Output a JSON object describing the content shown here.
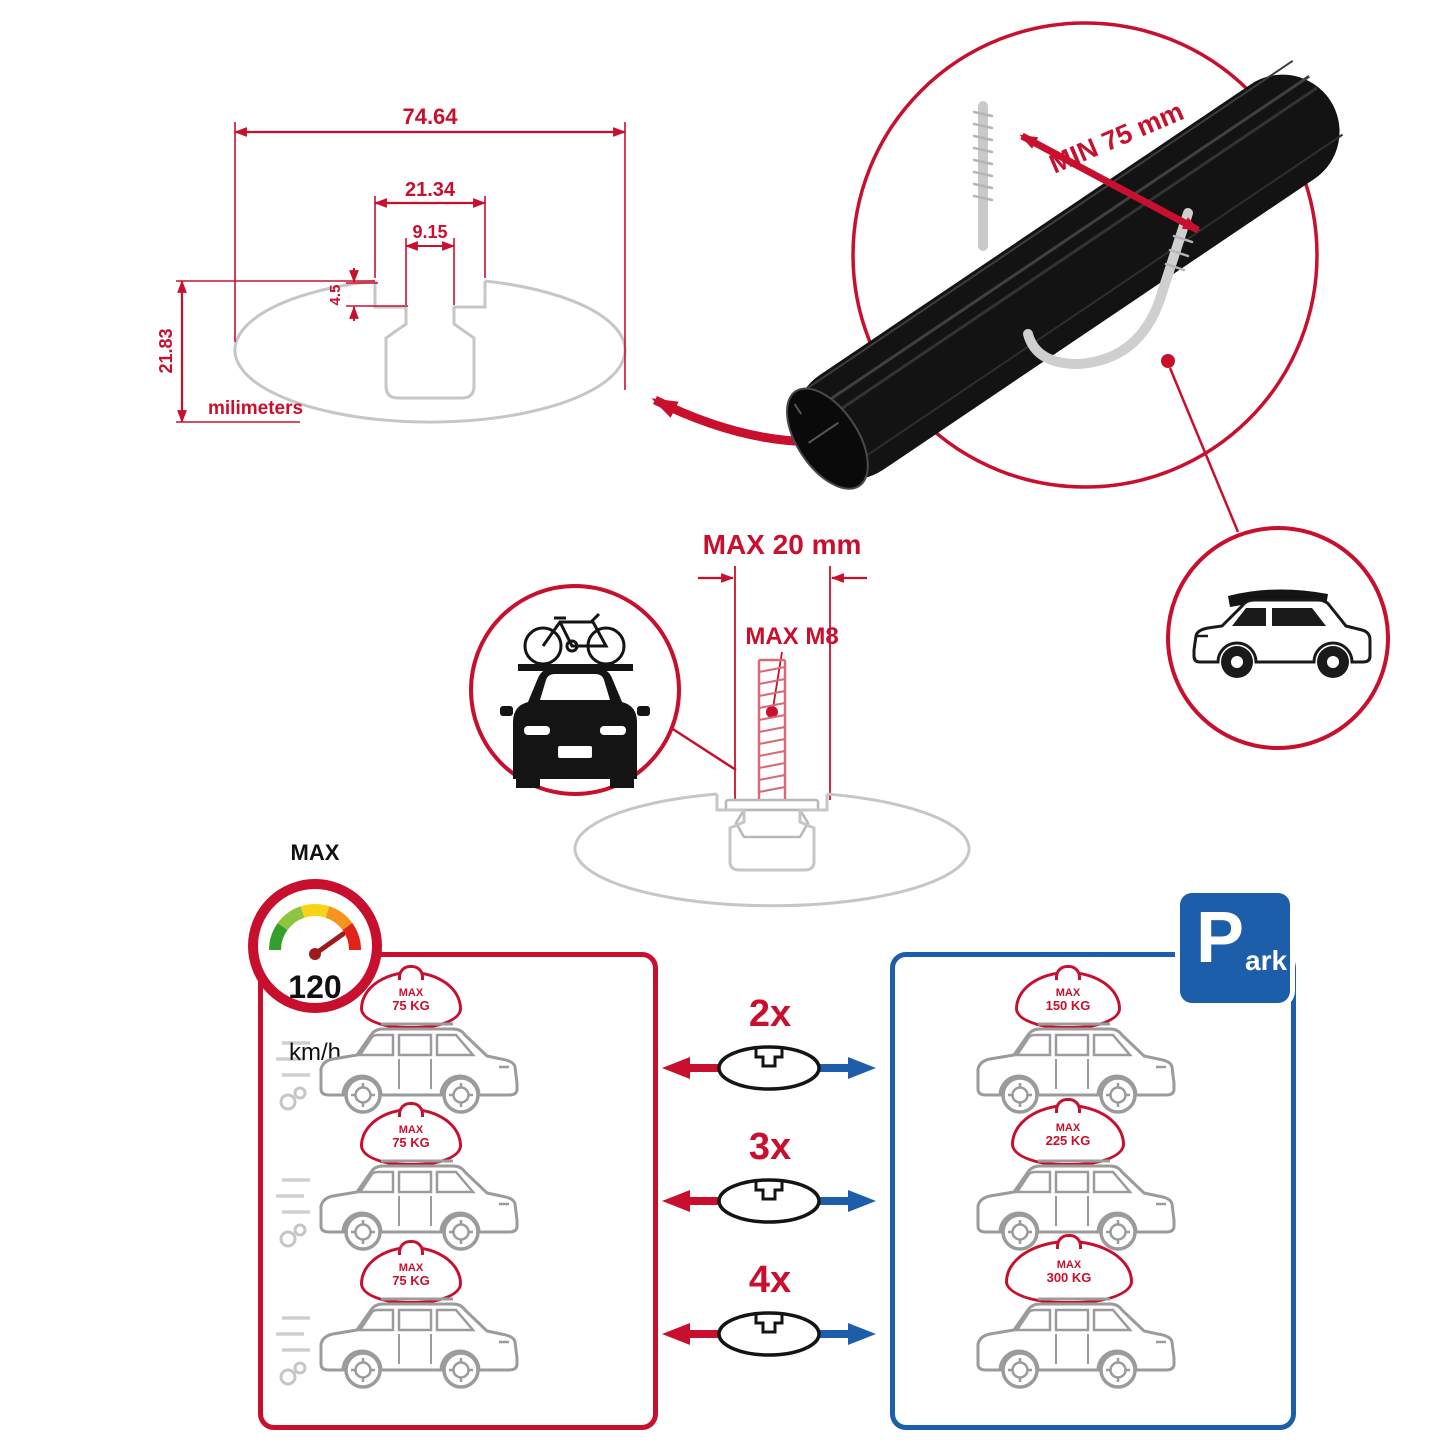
{
  "colors": {
    "red": "#c8102e",
    "blue": "#1c5ea9",
    "gray": "#c6c6c6",
    "black": "#141414"
  },
  "dimension_drawing": {
    "total_width": "74.64",
    "channel_width": "21.34",
    "slot_width": "9.15",
    "slot_depth": "4.5",
    "total_height": "21.83",
    "units": "milimeters"
  },
  "clamp_detail": {
    "min_clearance": "MIN 75 mm"
  },
  "bolt_detail": {
    "max_length": "MAX 20 mm",
    "max_thread": "MAX M8"
  },
  "speed_limit": {
    "label": "MAX",
    "value": "120",
    "unit": "km/h"
  },
  "load_panels": {
    "left": {
      "cars": [
        {
          "label": "MAX",
          "weight": "75 KG"
        },
        {
          "label": "MAX",
          "weight": "75 KG"
        },
        {
          "label": "MAX",
          "weight": "75 KG"
        }
      ]
    },
    "right": {
      "cars": [
        {
          "label": "MAX",
          "weight": "150 KG"
        },
        {
          "label": "MAX",
          "weight": "225 KG"
        },
        {
          "label": "MAX",
          "weight": "300 KG"
        }
      ]
    },
    "multipliers": [
      {
        "label": "2x"
      },
      {
        "label": "3x"
      },
      {
        "label": "4x"
      }
    ]
  },
  "park_sign": {
    "letter": "P",
    "suffix": "ark"
  }
}
